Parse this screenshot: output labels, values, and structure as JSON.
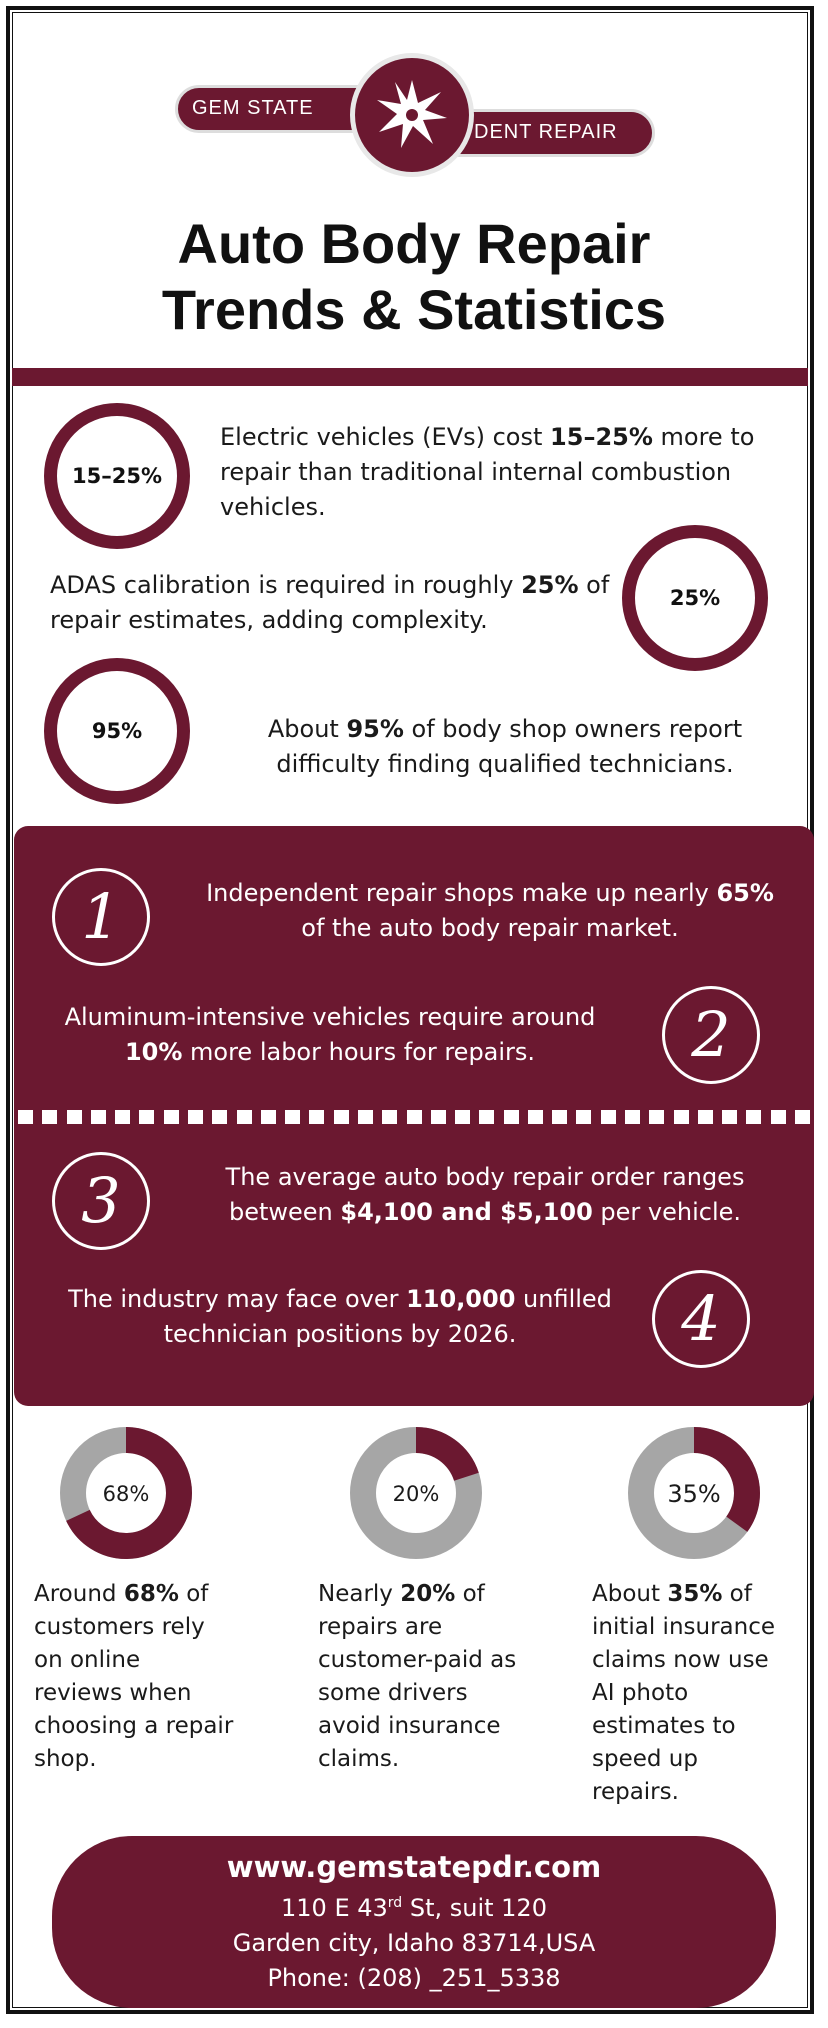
{
  "brand": {
    "left": "GEM STATE",
    "right": "DENT REPAIR",
    "accent": "#6b1830"
  },
  "title": {
    "line1": "Auto Body Repair",
    "line2": "Trends & Statistics"
  },
  "rings": [
    {
      "value": "15–25%",
      "pre": "Electric vehicles (EVs) cost ",
      "bold": "15–25%",
      "post": " more to repair than traditional internal combustion vehicles."
    },
    {
      "value": "25%",
      "pre": "ADAS calibration is required in roughly ",
      "bold": "25%",
      "post": " of repair estimates, adding complexity."
    },
    {
      "value": "95%",
      "pre": "About ",
      "bold": "95%",
      "post": " of body shop owners report difficulty finding qualified technicians."
    }
  ],
  "numbered": [
    {
      "num": "1",
      "pre": "Independent repair shops make up nearly ",
      "bold": "65%",
      "post": " of the auto body repair market."
    },
    {
      "num": "2",
      "pre": "Aluminum-intensive vehicles require around ",
      "bold": "10%",
      "post": " more labor hours for repairs."
    },
    {
      "num": "3",
      "pre": "The average auto body repair order ranges between ",
      "bold": "$4,100 and $5,100",
      "post": " per vehicle."
    },
    {
      "num": "4",
      "pre": "The industry may face over ",
      "bold": "110,000",
      "post": " unfilled technician positions by 2026."
    }
  ],
  "donuts": [
    {
      "label": "68%",
      "fraction": 0.68,
      "pre": "Around ",
      "bold": "68%",
      "post": " of customers rely on online reviews when choosing a repair shop."
    },
    {
      "label": "20%",
      "fraction": 0.2,
      "pre": "Nearly ",
      "bold": "20%",
      "post": " of repairs are customer-paid as some drivers avoid insurance claims."
    },
    {
      "label": "35%",
      "fraction": 0.35,
      "pre": "About ",
      "bold": "35%",
      "post": " of initial insurance claims now use AI photo estimates to speed up repairs."
    }
  ],
  "footer": {
    "url": "www.gemstatepdr.com",
    "address_pre": "110 E 43",
    "address_sup": "rd",
    "address_post": " St, suit 120",
    "city": "Garden city, Idaho 83714,USA",
    "phone": "Phone: (208) _251_5338"
  }
}
